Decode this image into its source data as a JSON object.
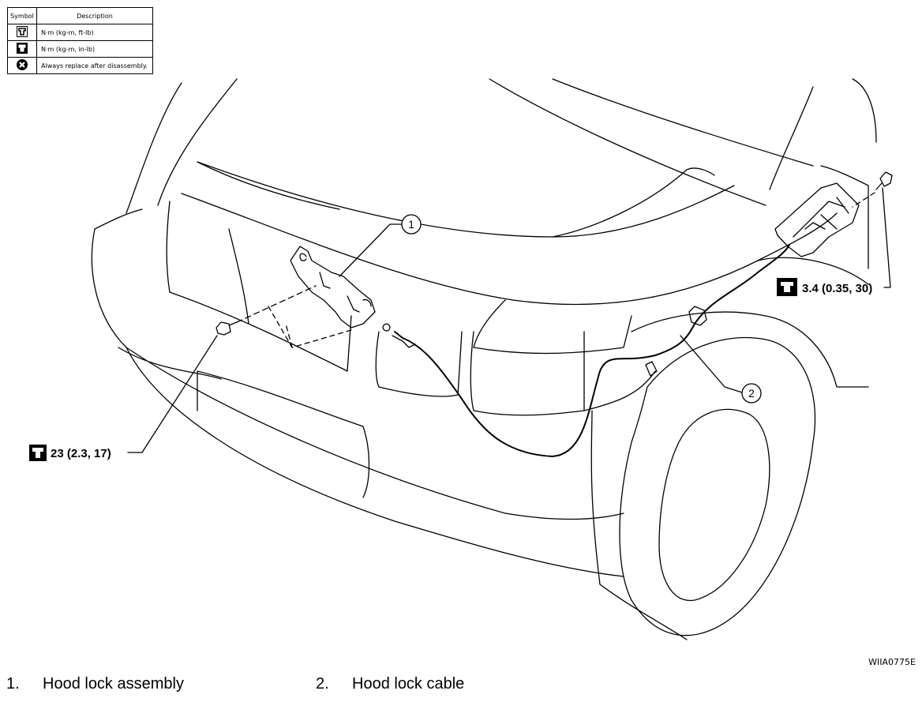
{
  "legend": {
    "header_symbol": "Symbol",
    "header_description": "Description",
    "rows": [
      {
        "icon": "torque-ft-lb-icon",
        "description": "N·m (kg-m, ft-lb)"
      },
      {
        "icon": "torque-in-lb-icon",
        "description": "N·m (kg-m, in-lb)"
      },
      {
        "icon": "always-replace-icon",
        "description": "Always replace after disassembly."
      }
    ]
  },
  "callouts": {
    "part1_number": "1",
    "part2_number": "2",
    "torque_bolt": "23 (2.3, 17)",
    "torque_screw": "3.4 (0.35, 30)"
  },
  "figure_code": "WIIA0775E",
  "parts": [
    {
      "number": "1.",
      "name": "Hood lock assembly"
    },
    {
      "number": "2.",
      "name": "Hood lock cable"
    }
  ]
}
